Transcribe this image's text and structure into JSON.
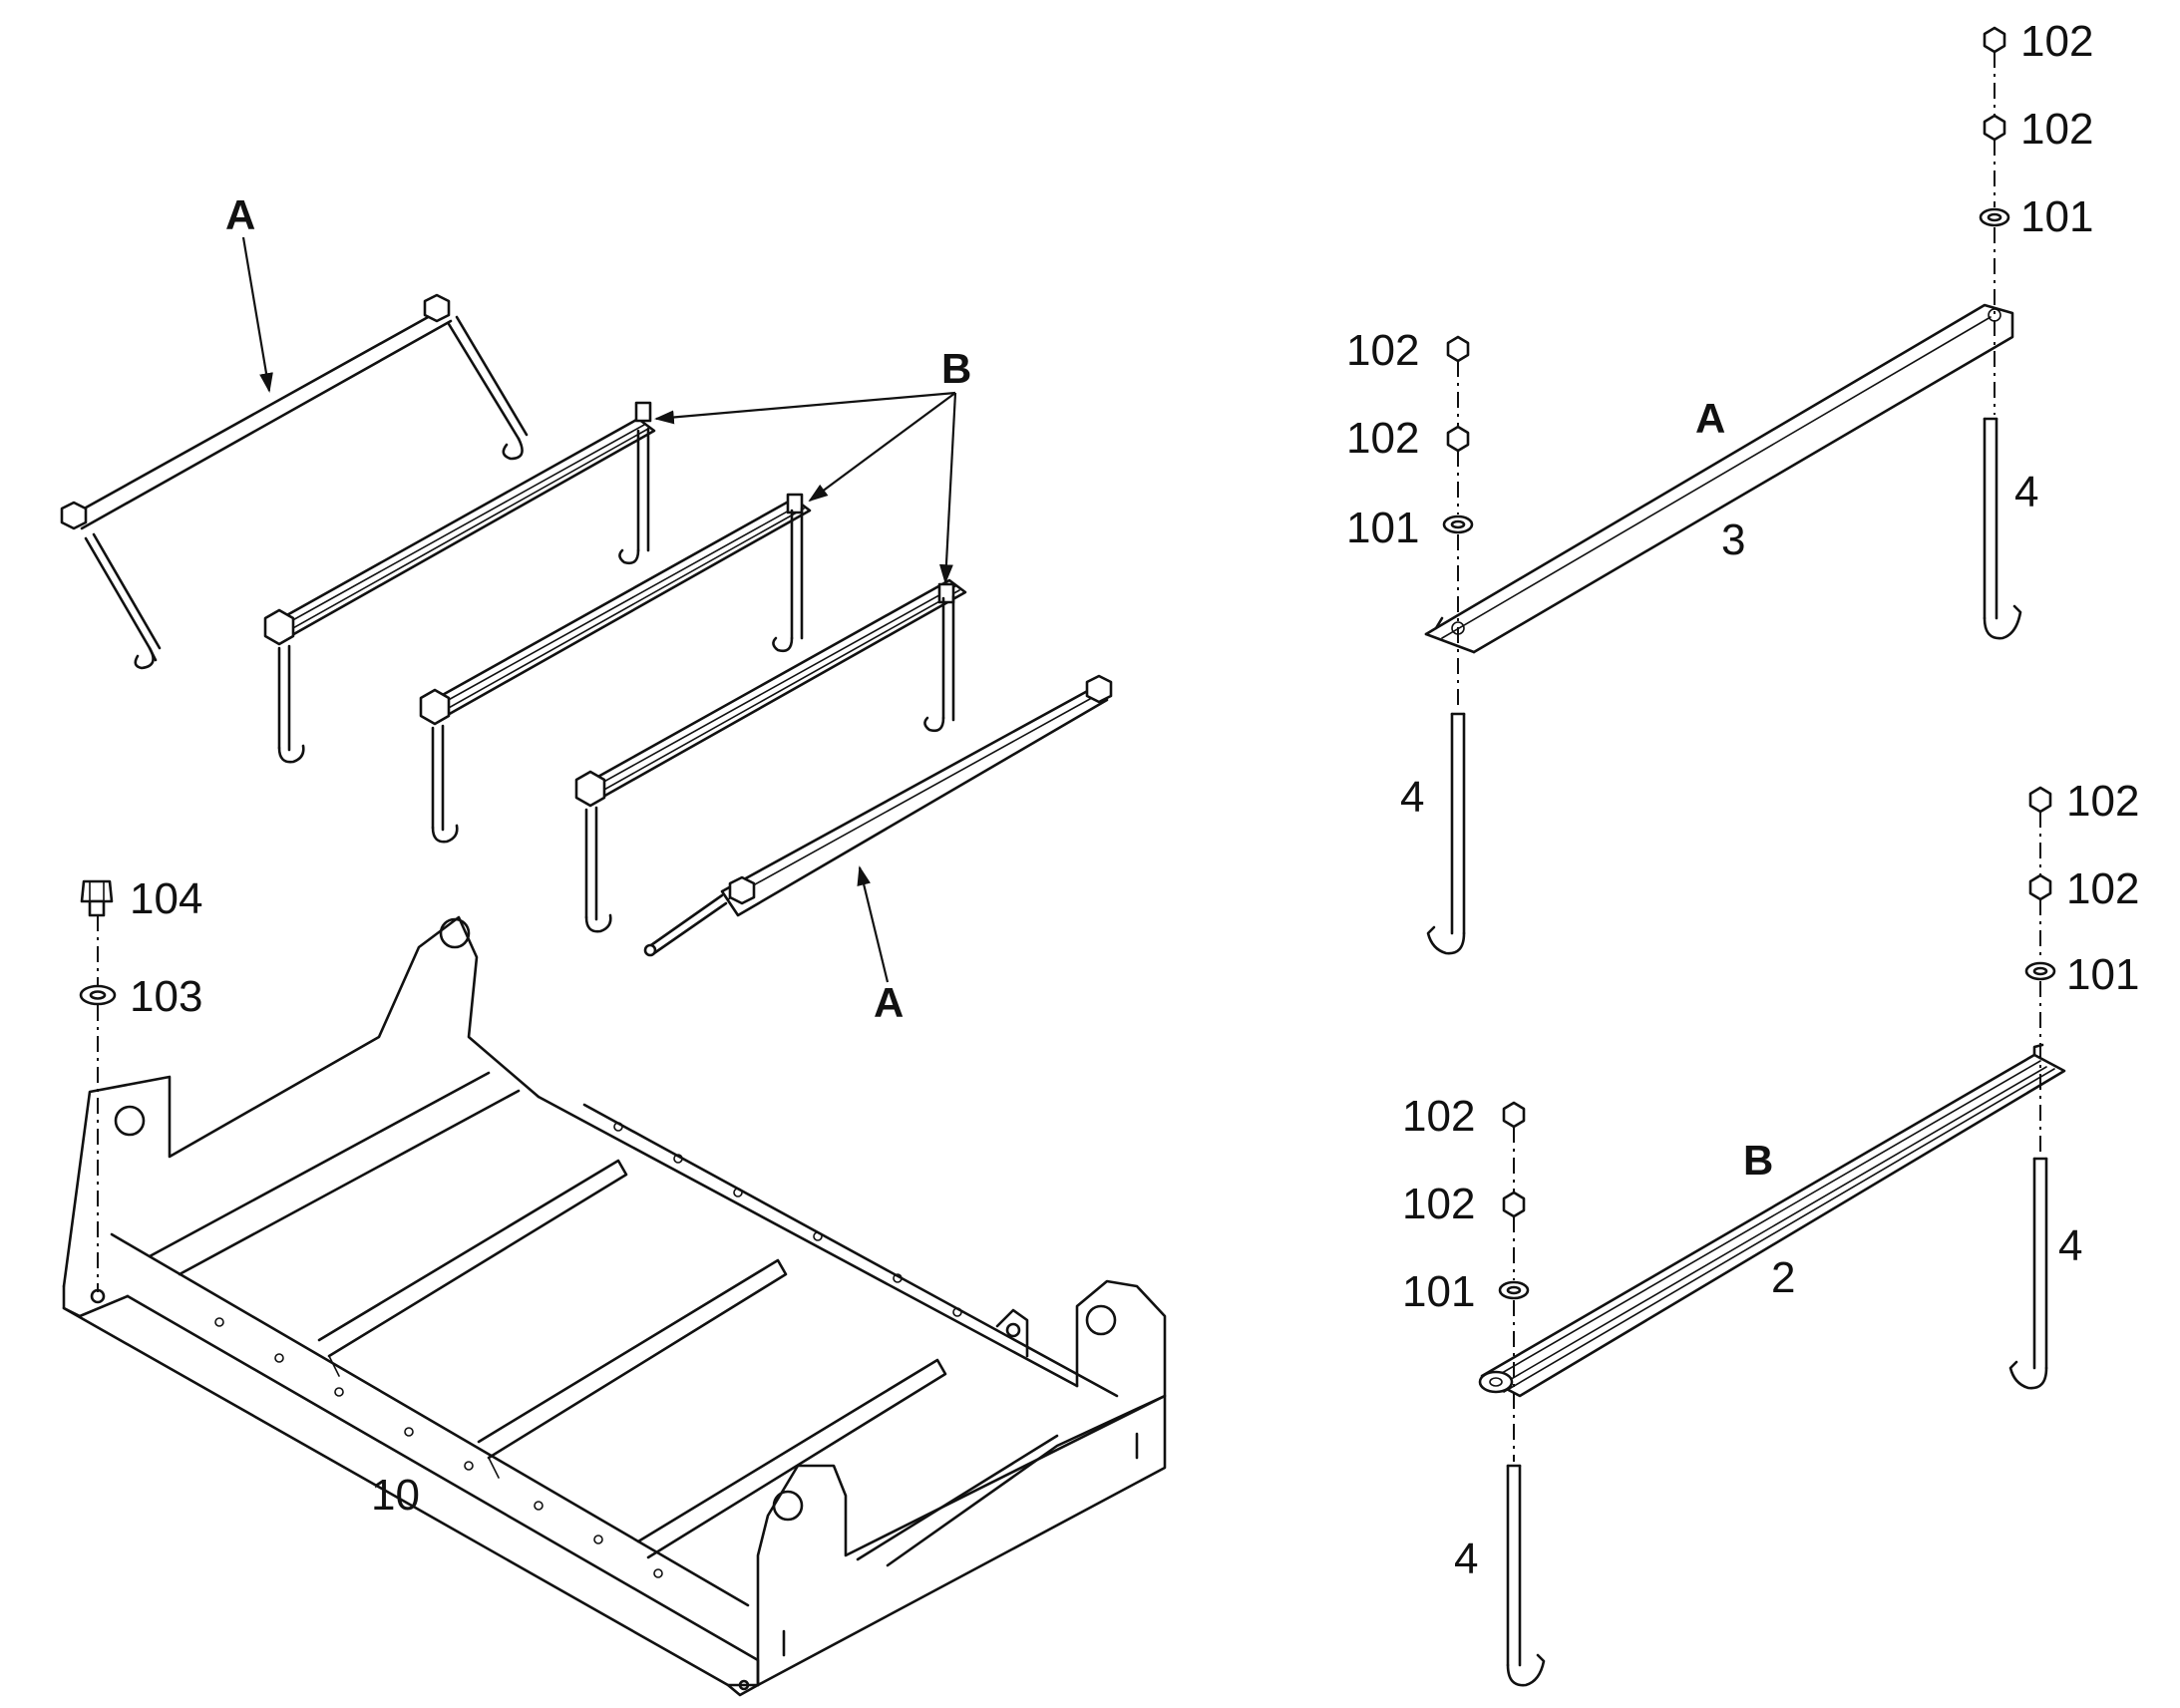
{
  "labels": {
    "a_top": "A",
    "a_bottom": "A",
    "b": "B",
    "item_104": "104",
    "item_103": "103",
    "item_10": "10",
    "r_top_102a": "102",
    "r_top_102b": "102",
    "r_top_101": "101",
    "r_left_102a": "102",
    "r_left_102b": "102",
    "r_left_101": "101",
    "detail_a": "A",
    "detail_a_rod": "3",
    "detail_a_hook_l": "4",
    "detail_a_hook_r": "4",
    "r2_top_102a": "102",
    "r2_top_102b": "102",
    "r2_top_101": "101",
    "r2_left_102a": "102",
    "r2_left_102b": "102",
    "r2_left_101": "101",
    "detail_b": "B",
    "detail_b_rail": "2",
    "detail_b_hook_l": "4",
    "detail_b_hook_r": "4"
  }
}
